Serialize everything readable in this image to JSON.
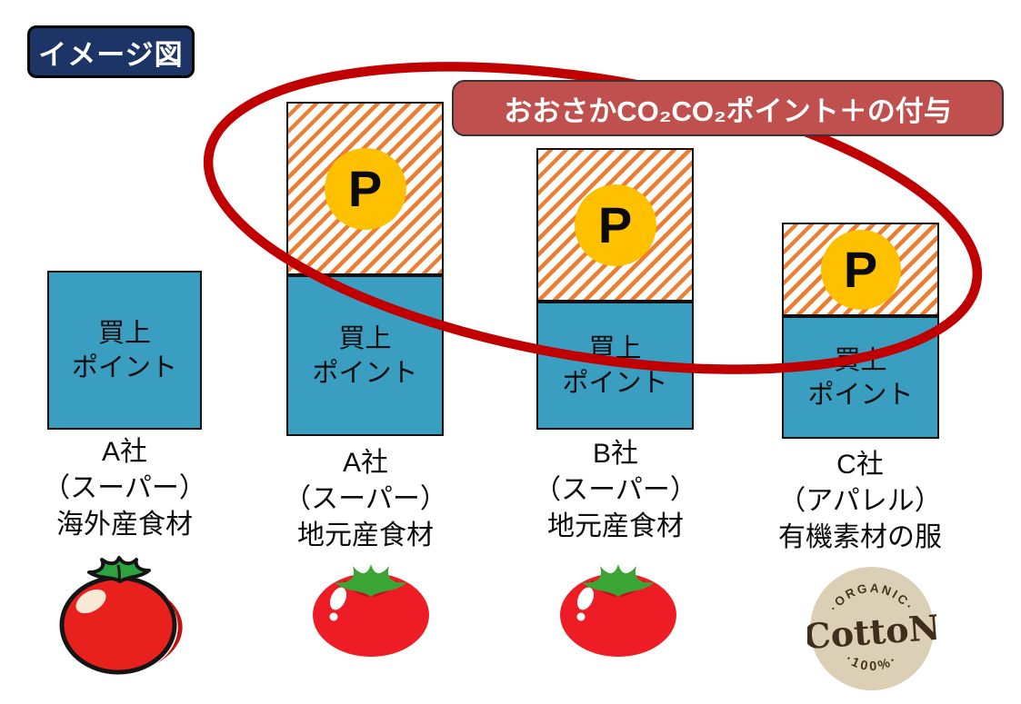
{
  "badge": {
    "label": "イメージ図"
  },
  "banner": {
    "label": "おおさかCO₂CO₂ポイント＋の付与"
  },
  "bars": [
    {
      "company": "A社",
      "category": "（スーパー）",
      "product": "海外産食材",
      "purchase_label": "買上\nポイント",
      "bonus": false,
      "image": "tomato-outline-icon"
    },
    {
      "company": "A社",
      "category": "（スーパー）",
      "product": "地元産食材",
      "purchase_label": "買上\nポイント",
      "bonus": true,
      "point_label": "P",
      "image": "tomato-flat-icon"
    },
    {
      "company": "B社",
      "category": "（スーパー）",
      "product": "地元産食材",
      "purchase_label": "買上\nポイント",
      "bonus": true,
      "point_label": "P",
      "image": "tomato-flat-icon"
    },
    {
      "company": "C社",
      "category": "（アパレル）",
      "product": "有機素材の服",
      "purchase_label": "買上\nポイント",
      "bonus": true,
      "point_label": "P",
      "image": "cotton-logo-icon"
    }
  ],
  "cotton_logo": {
    "top": "·ORGANIC·",
    "name": "CottoN",
    "bottom": "·100%·"
  },
  "colors": {
    "badge_bg": "#1d3566",
    "banner_bg": "#c0504d",
    "bar_blue": "#3a9ec1",
    "hatch_orange": "#ed7d31",
    "point_yellow": "#ffc000",
    "ellipse_red": "#c00000"
  }
}
